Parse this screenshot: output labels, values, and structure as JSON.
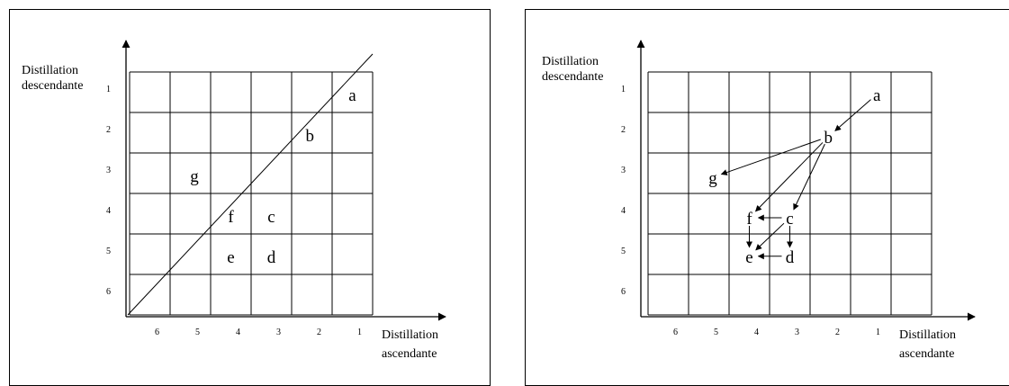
{
  "panels": [
    {
      "id": "left",
      "y_axis_title": [
        "Distillation",
        "descendante"
      ],
      "x_axis_title": [
        "Distillation",
        "ascendante"
      ],
      "x_ticks": [
        "6",
        "5",
        "4",
        "3",
        "2",
        "1"
      ],
      "y_ticks": [
        "1",
        "2",
        "3",
        "4",
        "5",
        "6"
      ],
      "letters": [
        {
          "label": "a",
          "col": 5.5,
          "row": 0.55
        },
        {
          "label": "b",
          "col": 4.45,
          "row": 1.55
        },
        {
          "label": "g",
          "col": 1.6,
          "row": 2.55
        },
        {
          "label": "f",
          "col": 2.5,
          "row": 3.55
        },
        {
          "label": "c",
          "col": 3.5,
          "row": 3.55
        },
        {
          "label": "e",
          "col": 2.5,
          "row": 4.55
        },
        {
          "label": "d",
          "col": 3.5,
          "row": 4.55
        }
      ]
    },
    {
      "id": "right",
      "y_axis_title": [
        "Distillation",
        "descendante"
      ],
      "x_axis_title": [
        "Distillation",
        "ascendante"
      ],
      "x_ticks": [
        "6",
        "5",
        "4",
        "3",
        "2",
        "1"
      ],
      "y_ticks": [
        "1",
        "2",
        "3",
        "4",
        "5",
        "6"
      ],
      "letters": [
        {
          "label": "a",
          "col": 5.65,
          "row": 0.55
        },
        {
          "label": "b",
          "col": 4.45,
          "row": 1.6
        },
        {
          "label": "g",
          "col": 1.6,
          "row": 2.6
        },
        {
          "label": "f",
          "col": 2.5,
          "row": 3.6
        },
        {
          "label": "c",
          "col": 3.5,
          "row": 3.6
        },
        {
          "label": "e",
          "col": 2.5,
          "row": 4.55
        },
        {
          "label": "d",
          "col": 3.5,
          "row": 4.55
        }
      ],
      "arrows": [
        {
          "from": "a",
          "to": "b"
        },
        {
          "from": "b",
          "to": "g"
        },
        {
          "from": "b",
          "to": "f"
        },
        {
          "from": "b",
          "to": "c"
        },
        {
          "from": "c",
          "to": "f"
        },
        {
          "from": "c",
          "to": "e"
        },
        {
          "from": "c",
          "to": "d"
        },
        {
          "from": "f",
          "to": "e"
        },
        {
          "from": "d",
          "to": "e"
        }
      ]
    }
  ]
}
